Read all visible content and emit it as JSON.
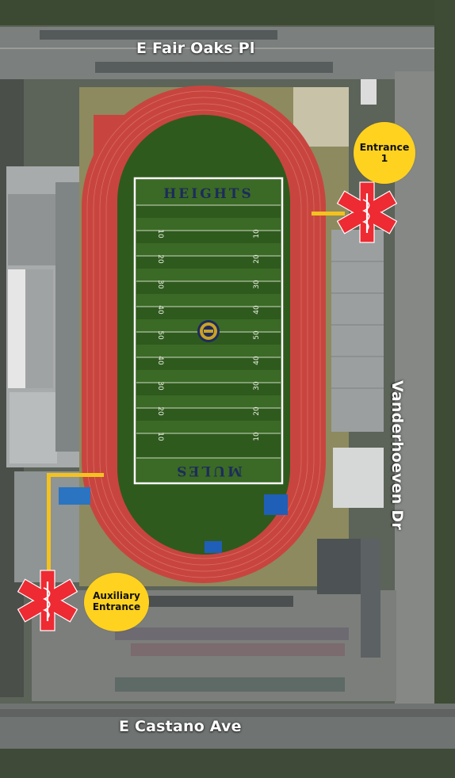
{
  "streets": {
    "north": "E Fair Oaks Pl",
    "south": "E Castano Ave",
    "east": "Vanderhoeven Dr"
  },
  "field": {
    "end_zone_north": "HEIGHTS",
    "end_zone_south": "MULES",
    "yard_numbers": [
      "10",
      "20",
      "30",
      "40",
      "50",
      "40",
      "30",
      "20",
      "10"
    ]
  },
  "entrances": {
    "main": {
      "line1": "Entrance",
      "line2": "1"
    },
    "auxiliary": {
      "line1": "Auxiliary",
      "line2": "Entrance"
    }
  },
  "icons": {
    "medical": "star-of-life-icon",
    "logo": "team-logo-icon"
  },
  "colors": {
    "track": "#c8453f",
    "field": "#2f5a1e",
    "badge": "#ffd21f",
    "medical_star": "#ee2a33",
    "route_line": "#f4c21f",
    "end_zone_text": "#1d2b5c"
  }
}
